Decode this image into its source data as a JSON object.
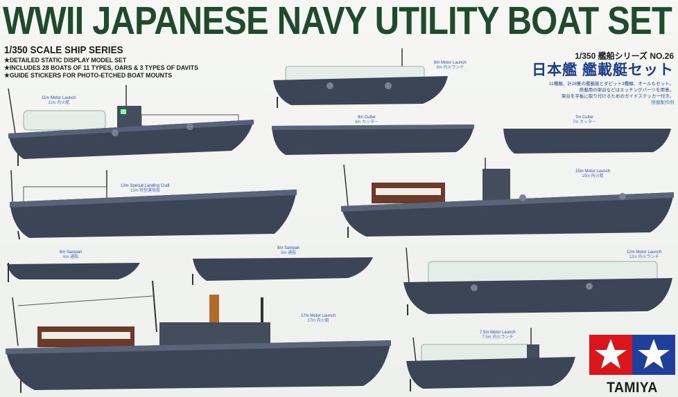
{
  "header": {
    "title": "WWII JAPANESE NAVY UTILITY BOAT SET",
    "scale_series": "1/350 SCALE SHIP SERIES",
    "features": [
      "★DETAILED STATIC DISPLAY MODEL SET",
      "★INCLUDES 28 BOATS OF 11 TYPES, OARS & 3 TYPES OF DAVITS",
      "★GUIDE STICKERS FOR PHOTO-ETCHED BOAT MOUNTS"
    ]
  },
  "japanese": {
    "series": "1/350 艦船シリーズ NO.26",
    "title": "日本艦 艦載艇セット",
    "description": [
      "11種類、計28隻の艦載艇とダビット3種類、オールもセット。",
      "搭載用の架台などはエッチングパーツを用意。",
      "架台を平板に取り付けるためのガイドステッカー付き。"
    ],
    "reference_note": "搭載製作例"
  },
  "boats": [
    {
      "id": "11m-motor-launch",
      "label": "11m Motor Launch",
      "label_jp": "11m 内火艇"
    },
    {
      "id": "8m-motor-launch",
      "label": "8m Motor Launch",
      "label_jp": "8m 内火ランチ"
    },
    {
      "id": "9m-cutter",
      "label": "9m Cutter",
      "label_jp": "9m カッター"
    },
    {
      "id": "7m-cutter",
      "label": "7m Cutter",
      "label_jp": "7m カッター"
    },
    {
      "id": "13m-special-landing-craft",
      "label": "13m Special Landing Craft",
      "label_jp": "13m 特型運貨船"
    },
    {
      "id": "15m-motor-launch",
      "label": "15m Motor Launch",
      "label_jp": "15m 内火艇"
    },
    {
      "id": "6m-sampan",
      "label": "6m Sampan",
      "label_jp": "6m 通船"
    },
    {
      "id": "8m-sampan",
      "label": "8m Sampan",
      "label_jp": "8m 通船"
    },
    {
      "id": "12m-motor-launch",
      "label": "12m Motor Launch",
      "label_jp": "12m 内火ランチ"
    },
    {
      "id": "17m-motor-launch",
      "label": "17m Motor Launch",
      "label_jp": "17m 内火艇"
    },
    {
      "id": "7-5m-motor-launch",
      "label": "7.5m Motor Launch",
      "label_jp": "7.5m 内火ランチ"
    }
  ],
  "brand": {
    "name": "TAMIYA",
    "colors": {
      "red": "#d8161b",
      "blue": "#1e3f9a",
      "title_green": "#1f4a2c",
      "hull": "#3b4556",
      "canvas": "#dfe7e4"
    }
  }
}
